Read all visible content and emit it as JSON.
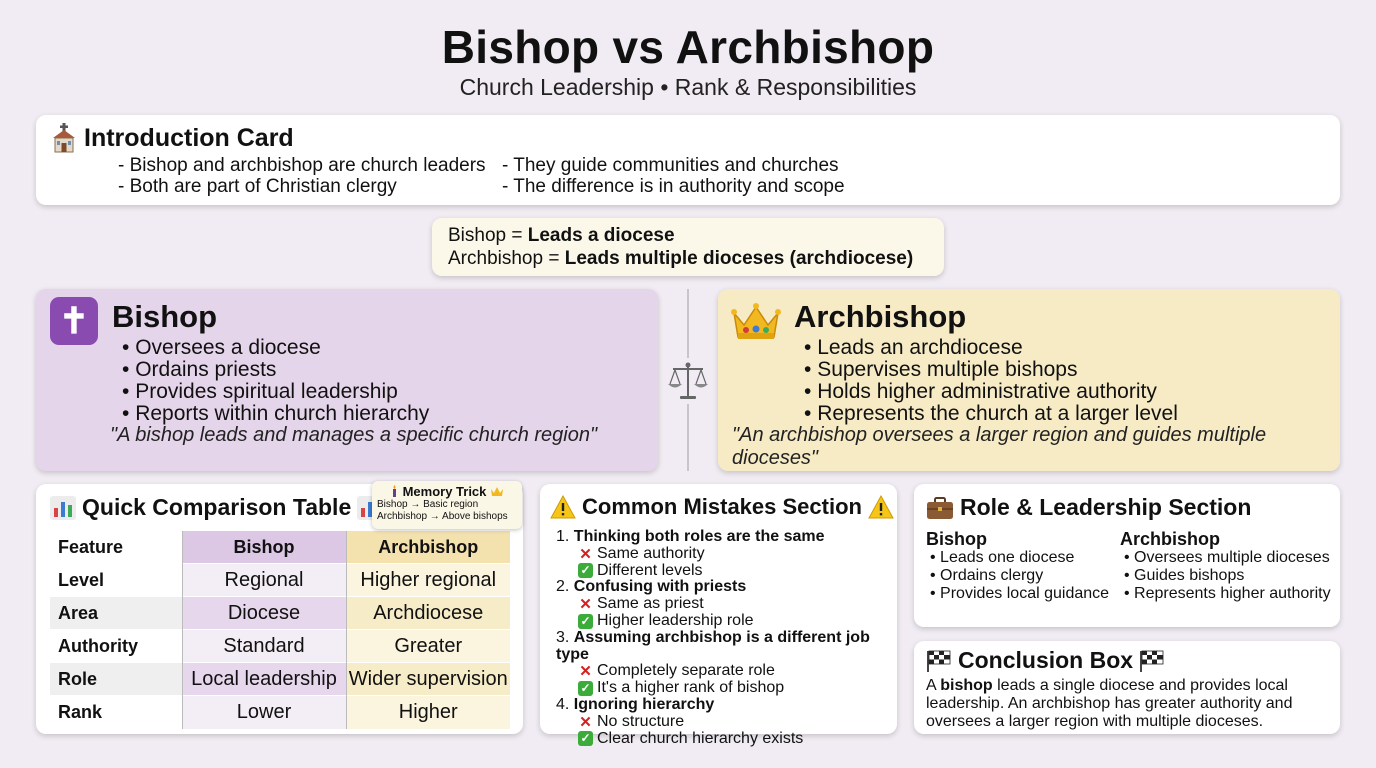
{
  "header": {
    "title": "Bishop vs Archbishop",
    "subtitle": "Church Leadership • Rank & Responsibilities"
  },
  "intro": {
    "title": "Introduction Card",
    "col1": [
      "- Bishop and archbishop are church leaders",
      "- Both are part of Christian clergy"
    ],
    "col2": [
      "- They guide communities and churches",
      "- The difference is in authority and scope"
    ]
  },
  "definition": {
    "line1_term": "Bishop = ",
    "line1_def": "Leads a diocese",
    "line2_term": "Archbishop = ",
    "line2_def": "Leads multiple dioceses (archdiocese)"
  },
  "bishop": {
    "title": "Bishop",
    "points": [
      "Oversees a diocese",
      "Ordains priests",
      "Provides spiritual leadership",
      "Reports within church hierarchy"
    ],
    "quote": "\"A bishop leads and manages a specific church region\""
  },
  "archbishop": {
    "title": "Archbishop",
    "points": [
      "Leads an archdiocese",
      "Supervises multiple bishops",
      "Holds higher administrative authority",
      "Represents the church at a larger level"
    ],
    "quote": "\"An archbishop oversees a larger region and guides multiple dioceses\""
  },
  "table": {
    "title": "Quick Comparison Table",
    "headers": [
      "Feature",
      "Bishop",
      "Archbishop"
    ],
    "rows": [
      [
        "Level",
        "Regional",
        "Higher regional"
      ],
      [
        "Area",
        "Diocese",
        "Archdiocese"
      ],
      [
        "Authority",
        "Standard",
        "Greater"
      ],
      [
        "Role",
        "Local leadership",
        "Wider supervision"
      ],
      [
        "Rank",
        "Lower",
        "Higher"
      ]
    ]
  },
  "memory": {
    "title": "Memory Trick",
    "line1": "Bishop → Basic region",
    "line2": "Archbishop → Above bishops"
  },
  "mistakes": {
    "title": "Common Mistakes Section",
    "items": [
      {
        "num": "1.",
        "q": "Thinking both roles are the same",
        "wrong": "Same authority",
        "right": "Different levels"
      },
      {
        "num": "2.",
        "q": "Confusing with priests",
        "wrong": "Same as priest",
        "right": "Higher leadership role"
      },
      {
        "num": "3.",
        "q": "Assuming archbishop is a different job type",
        "wrong": "Completely separate role",
        "right": "It's a higher rank of bishop"
      },
      {
        "num": "4.",
        "q": "Ignoring hierarchy",
        "wrong": "No structure",
        "right": "Clear church hierarchy exists"
      }
    ]
  },
  "roles": {
    "title": "Role & Leadership Section",
    "bishop_title": "Bishop",
    "bishop_points": [
      "Leads one diocese",
      "Ordains clergy",
      "Provides local guidance"
    ],
    "arch_title": "Archbishop",
    "arch_points": [
      "Oversees multiple dioceses",
      "Guides bishops",
      "Represents higher authority"
    ]
  },
  "conclusion": {
    "title": "Conclusion Box",
    "prefix": "A ",
    "bold": "bishop",
    "text": " leads a single diocese and provides local leadership. An archbishop has greater authority and oversees a larger region with multiple dioceses."
  },
  "colors": {
    "bishop_panel": "#e5d5ea",
    "archbishop_panel": "#f7ebc6",
    "background": "#f1ecf3",
    "cross_badge": "#8a4bb0"
  },
  "icons": [
    "church-icon",
    "cross-icon",
    "crown-icon",
    "scale-icon",
    "bar-chart-icon",
    "candle-icon",
    "crown-small-icon",
    "warning-icon",
    "briefcase-icon",
    "checkered-flag-icon"
  ]
}
